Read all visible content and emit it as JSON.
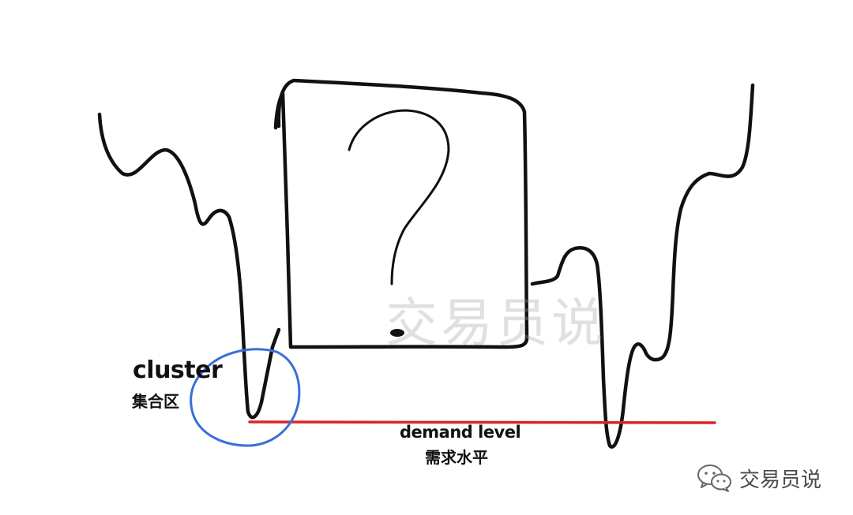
{
  "labels": {
    "cluster_en": "cluster",
    "cluster_cn": "集合区",
    "demand_en": "demand level",
    "demand_cn": "需求水平"
  },
  "box": {
    "symbol": "?"
  },
  "watermark": {
    "text": "交易员说"
  },
  "footer": {
    "icon": "wechat-icon",
    "text": "交易员说"
  },
  "colors": {
    "stroke": "#111111",
    "cluster_circle": "#3a6fd8",
    "demand_line": "#d9252b",
    "watermark": "#a0a0a0"
  }
}
